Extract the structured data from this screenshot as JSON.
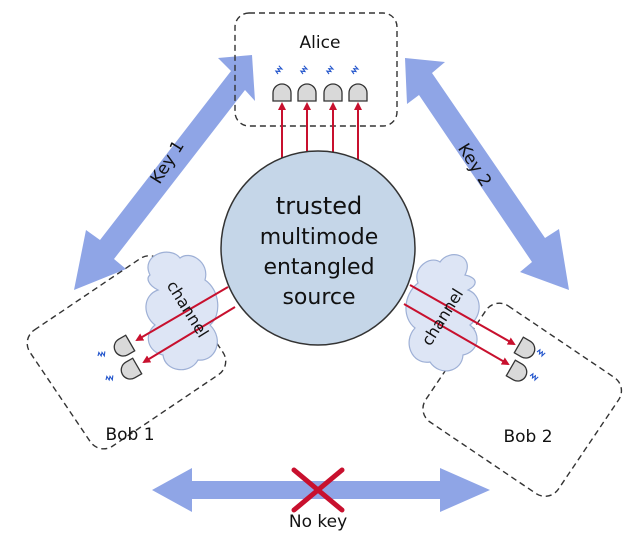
{
  "parties": {
    "alice": "Alice",
    "bob1": "Bob 1",
    "bob2": "Bob 2"
  },
  "source": {
    "line1": "trusted",
    "line2": "multimode",
    "line3": "entangled",
    "line4": "source"
  },
  "channels": {
    "left": "channel",
    "right": "channel"
  },
  "keys": {
    "key1": "Key 1",
    "key2": "Key 2",
    "no_key": "No key"
  },
  "detectors": {
    "alice_count": 4,
    "bob1_count": 2,
    "bob2_count": 2
  },
  "colors": {
    "key_arrow": "#8fa5e6",
    "beam": "#c8102e",
    "cross": "#c8102e",
    "source_fill": "#c5d6e8",
    "cloud_fill": "#dde5f5",
    "detector_fill": "#d9d9d9",
    "photon": "#2255cc"
  }
}
